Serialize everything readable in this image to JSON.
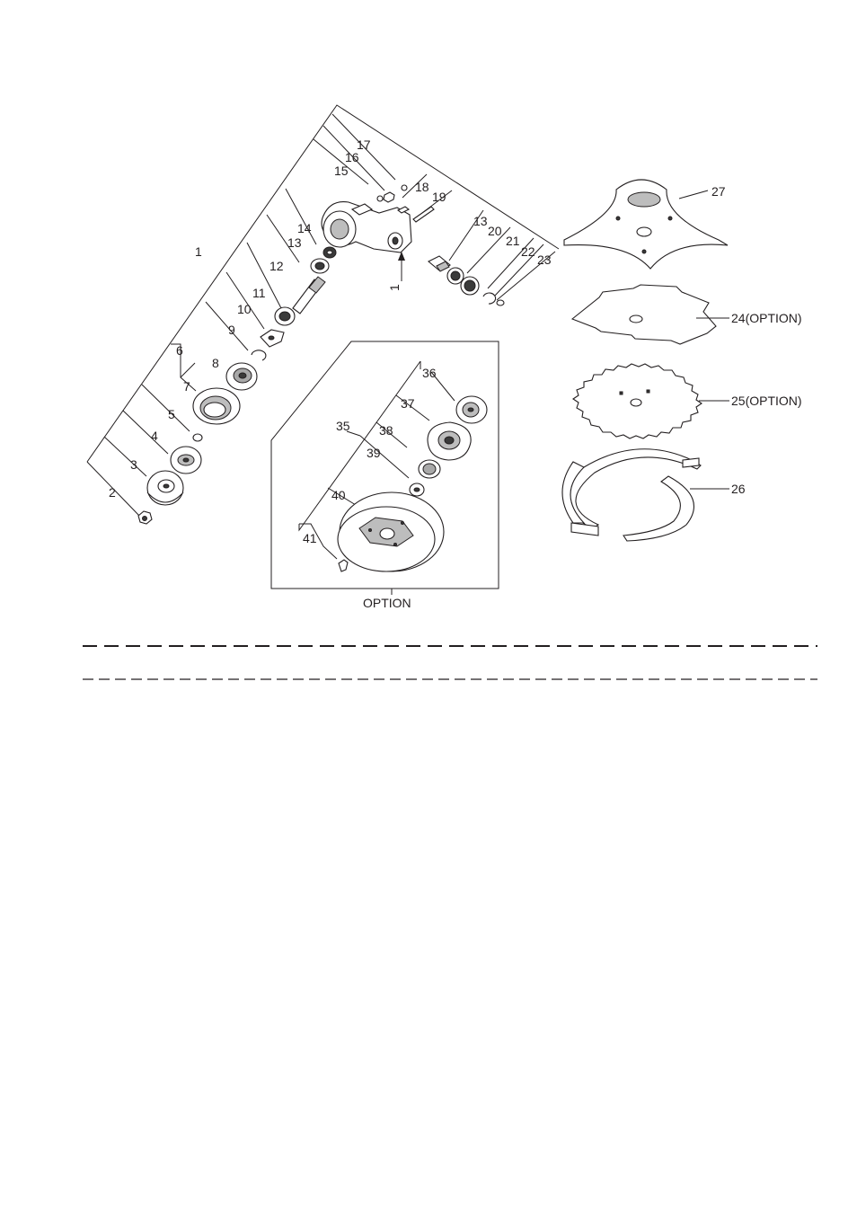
{
  "callouts": {
    "c1": "1",
    "c1b": "1",
    "c2": "2",
    "c3": "3",
    "c4": "4",
    "c5": "5",
    "c6": "6",
    "c7": "7",
    "c8": "8",
    "c9": "9",
    "c10": "10",
    "c11": "11",
    "c12": "12",
    "c13": "13",
    "c13b": "13",
    "c14": "14",
    "c15": "15",
    "c16": "16",
    "c17": "17",
    "c18": "18",
    "c19": "19",
    "c20": "20",
    "c21": "21",
    "c22": "22",
    "c23": "23",
    "c24": "24(OPTION)",
    "c25": "25(OPTION)",
    "c26": "26",
    "c27": "27",
    "c35": "35",
    "c36": "36",
    "c37": "37",
    "c38": "38",
    "c39": "39",
    "c40": "40",
    "c41": "41"
  },
  "option_box": {
    "label": "OPTION"
  }
}
